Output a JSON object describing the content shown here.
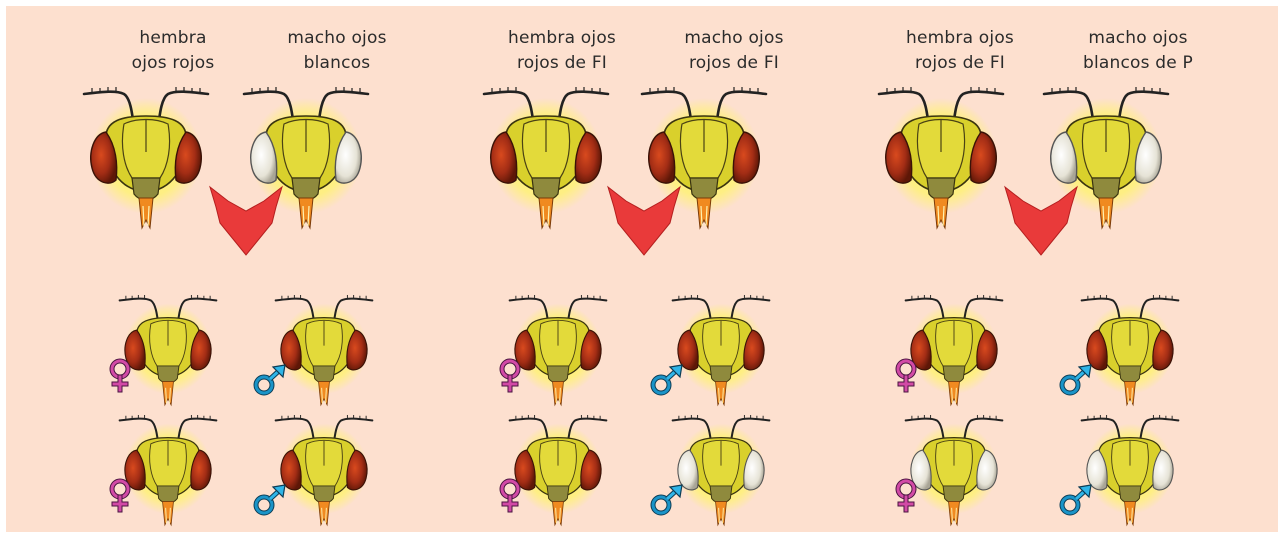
{
  "background_color": "#fde0cf",
  "colors": {
    "head_yellow": "#d9d02c",
    "glow": "#fff46a",
    "eye_red": "#a32d15",
    "eye_white": "#e6e3d6",
    "arrow_red": "#e93a3a",
    "female_symbol": "#d24aa6",
    "male_symbol": "#1a94c8",
    "male_arrow": "#2fb5e8",
    "mouthparts": "#f08a20"
  },
  "crosses": [
    {
      "parents": [
        {
          "label": "hembra\nojos rojos",
          "eyes": "red",
          "sex": "female"
        },
        {
          "label": "macho ojos\nblancos",
          "eyes": "white",
          "sex": "male"
        }
      ],
      "offspring": [
        [
          {
            "eyes": "red",
            "sex": "female"
          },
          {
            "eyes": "red",
            "sex": "male"
          }
        ],
        [
          {
            "eyes": "red",
            "sex": "female"
          },
          {
            "eyes": "red",
            "sex": "male"
          }
        ]
      ]
    },
    {
      "parents": [
        {
          "label": "hembra ojos\nrojos de FI",
          "eyes": "red",
          "sex": "female"
        },
        {
          "label": "macho ojos\nrojos de FI",
          "eyes": "red",
          "sex": "male"
        }
      ],
      "offspring": [
        [
          {
            "eyes": "red",
            "sex": "female"
          },
          {
            "eyes": "red",
            "sex": "male"
          }
        ],
        [
          {
            "eyes": "red",
            "sex": "female"
          },
          {
            "eyes": "white",
            "sex": "male"
          }
        ]
      ]
    },
    {
      "parents": [
        {
          "label": "hembra ojos\nrojos de FI",
          "eyes": "red",
          "sex": "female"
        },
        {
          "label": "macho ojos\nblancos de P",
          "eyes": "white",
          "sex": "male"
        }
      ],
      "offspring": [
        [
          {
            "eyes": "red",
            "sex": "female"
          },
          {
            "eyes": "red",
            "sex": "male"
          }
        ],
        [
          {
            "eyes": "white",
            "sex": "female"
          },
          {
            "eyes": "white",
            "sex": "male"
          }
        ]
      ]
    }
  ]
}
